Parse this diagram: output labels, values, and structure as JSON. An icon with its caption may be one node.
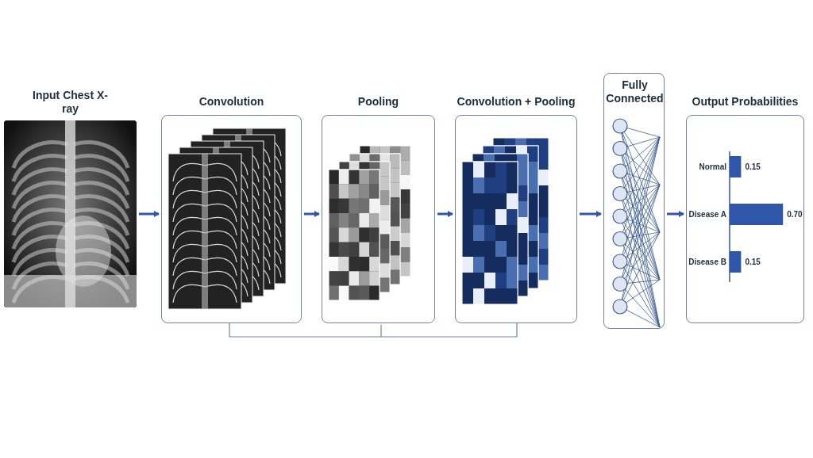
{
  "diagram": {
    "nodes": [
      {
        "text": [
          "Input Chest X-ray"
        ]
      },
      {
        "text": [
          "Convolution"
        ]
      },
      {
        "text": [
          "Pooling"
        ]
      },
      {
        "text": [
          "Convolution + Pooling"
        ]
      },
      {
        "text": [
          "Fully Connected"
        ]
      },
      {
        "text": [
          "Output Probabilities"
        ]
      }
    ],
    "edges": [
      {
        "from": 0,
        "to": 1,
        "arrow": "to"
      },
      {
        "from": 1,
        "to": 2,
        "arrow": "to"
      },
      {
        "from": 2,
        "to": 3,
        "arrow": "to"
      },
      {
        "from": 3,
        "to": 4,
        "arrow": "to"
      },
      {
        "from": 4,
        "to": 5,
        "arrow": "to"
      }
    ],
    "chart_data": {
      "type": "bar",
      "orientation": "horizontal",
      "categories": [
        "Normal",
        "Disease A",
        "Disease B"
      ],
      "values": [
        0.15,
        0.7,
        0.15
      ],
      "value_labels": [
        "0.15",
        "0.70",
        "0.15"
      ]
    }
  }
}
